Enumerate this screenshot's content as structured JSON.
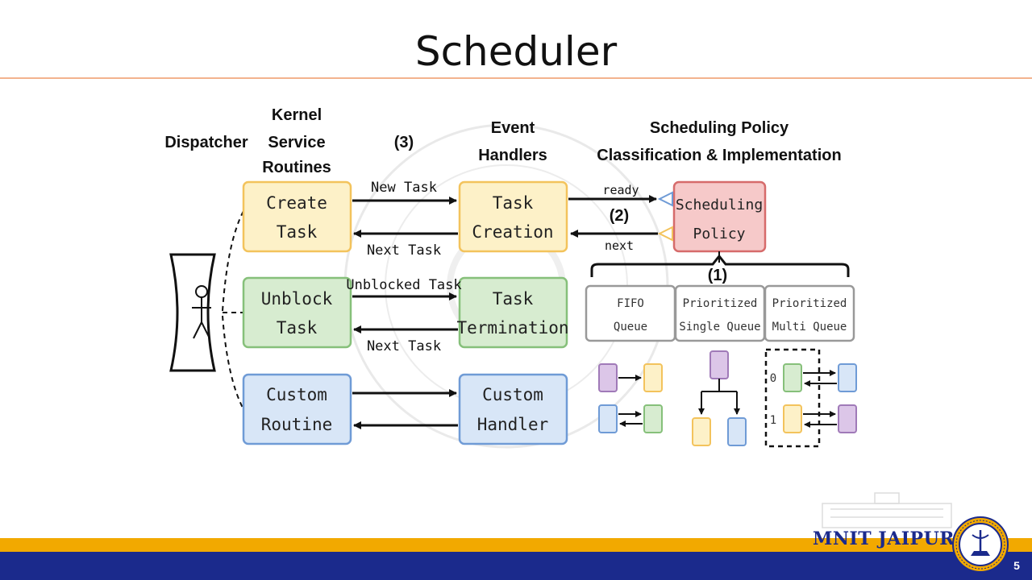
{
  "slide": {
    "title": "Scheduler",
    "page_number": "5",
    "brand": "MNIT JAIPUR"
  },
  "headers": {
    "dispatcher": "Dispatcher",
    "ksr_line1": "Kernel",
    "ksr_line2": "Service",
    "ksr_line3": "Routines",
    "step3": "(3)",
    "eh_line1": "Event",
    "eh_line2": "Handlers",
    "sp_line1": "Scheduling Policy",
    "sp_line2": "Classification & Implementation"
  },
  "routines": {
    "create_l1": "Create",
    "create_l2": "Task",
    "unblock_l1": "Unblock",
    "unblock_l2": "Task",
    "custom_l1": "Custom",
    "custom_l2": "Routine"
  },
  "handlers": {
    "creation_l1": "Task",
    "creation_l2": "Creation",
    "termination_l1": "Task",
    "termination_l2": "Termination",
    "custom_l1": "Custom",
    "custom_l2": "Handler"
  },
  "arrows": {
    "new_task": "New Task",
    "next_task_1": "Next Task",
    "unblocked_task": "Unblocked Task",
    "next_task_2": "Next Task",
    "ready": "ready",
    "next": "next",
    "step2": "(2)",
    "step1": "(1)"
  },
  "policy": {
    "line1": "Scheduling",
    "line2": "Policy"
  },
  "queues": {
    "fifo_l1": "FIFO",
    "fifo_l2": "Queue",
    "psq_l1": "Prioritized",
    "psq_l2": "Single Queue",
    "pmq_l1": "Prioritized",
    "pmq_l2": "Multi Queue",
    "prio0": "0",
    "prio1": "1"
  },
  "colors": {
    "yellow_fill": "#fdf1c8",
    "yellow_stroke": "#f3c35c",
    "green_fill": "#d7ecd0",
    "green_stroke": "#86c07a",
    "blue_fill": "#d8e6f7",
    "blue_stroke": "#6f9bd6",
    "red_fill": "#f6c9c9",
    "red_stroke": "#d66b6b",
    "purple_fill": "#dcc6e8",
    "purple_stroke": "#a07ab8",
    "footer_gold": "#f2a900",
    "footer_blue": "#1b2a8c"
  }
}
